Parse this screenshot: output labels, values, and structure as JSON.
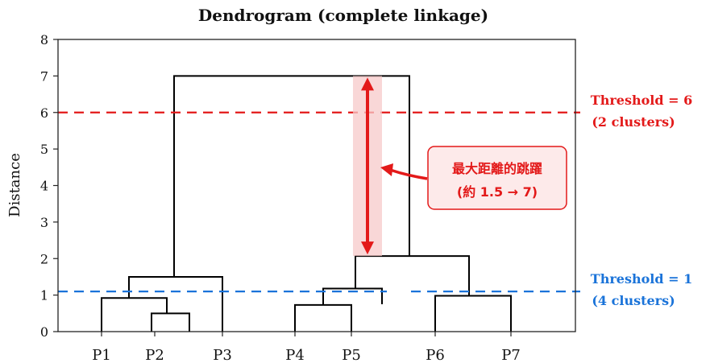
{
  "chart_data": {
    "type": "dendrogram",
    "title": "Dendrogram (complete linkage)",
    "ylabel": "Distance",
    "ylim": [
      0,
      8
    ],
    "yticks": [
      0,
      1,
      2,
      3,
      4,
      5,
      6,
      7,
      8
    ],
    "leaves": [
      "P1",
      "P2",
      "P3",
      "P4",
      "P5",
      "P6",
      "P7"
    ],
    "merges": [
      {
        "a": "P2",
        "b": "P2b",
        "height": 0.5
      },
      {
        "a": "P1",
        "b": "{P2}",
        "height": 0.92
      },
      {
        "a": "{P1,P2}",
        "b": "P3",
        "height": 1.5
      },
      {
        "a": "P4",
        "b": "P5",
        "height": 0.73
      },
      {
        "a": "{P4,P5}",
        "b": "(P5 stub)",
        "height": 1.18
      },
      {
        "a": "P6",
        "b": "P7",
        "height": 0.98
      },
      {
        "a": "{P4..P5}",
        "b": "{P6,P7}",
        "height": 2.07
      },
      {
        "a": "{P1..P3}",
        "b": "{P4..P7}",
        "height": 7.0
      }
    ],
    "thresholds": [
      {
        "value": 6,
        "label": "Threshold = 6",
        "sublabel": "(2 clusters)",
        "color": "#e31919"
      },
      {
        "value": 1.1,
        "label": "Threshold = 1",
        "sublabel": "(4 clusters)",
        "color": "#1a73d9"
      }
    ],
    "annotation": {
      "line1": "最大距離的跳躍",
      "line2": "(約 1.5 → 7)",
      "from": 2.07,
      "to": 7.0,
      "color": "#e31919"
    },
    "grid": false,
    "legend": "none"
  }
}
